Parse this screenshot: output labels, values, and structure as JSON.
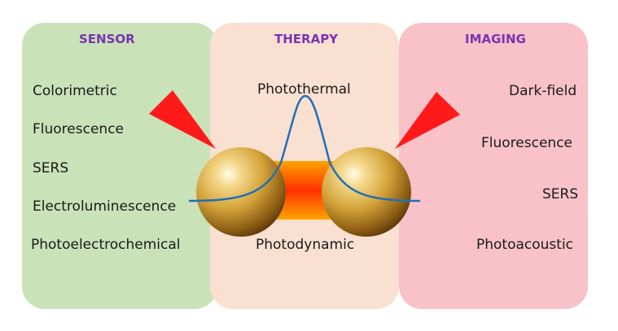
{
  "sensor": {
    "title": "SENSOR",
    "items": [
      "Colorimetric",
      "Fluorescence",
      "SERS",
      "Electroluminescence",
      "Photoelectrochemical"
    ]
  },
  "therapy": {
    "title": "THERAPY",
    "items": [
      "Photothermal",
      "Photodynamic"
    ]
  },
  "imaging": {
    "title": "IMAGING",
    "items": [
      "Dark-field",
      "Fluorescence",
      "SERS",
      "Photoacoustic"
    ]
  },
  "colors": {
    "sensor_bg": "#c9e2b8",
    "therapy_bg": "#f9e0d0",
    "imaging_bg": "#f8c2c8",
    "heading": "#7a34b2",
    "curve": "#1f6fb8",
    "arrow": "#ff1a1a",
    "sphere": "#d4a43a"
  }
}
